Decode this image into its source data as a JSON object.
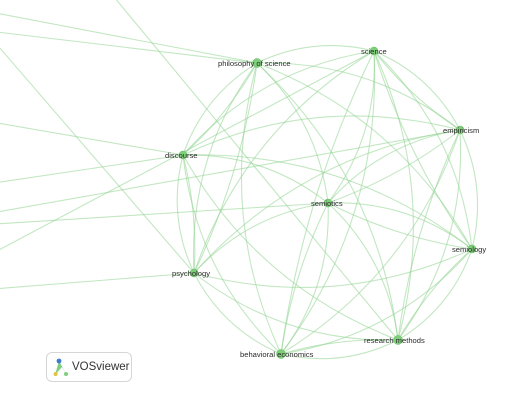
{
  "network": {
    "nodes": [
      {
        "id": "philosophy",
        "label": "philosophy of science"
      },
      {
        "id": "science",
        "label": "science"
      },
      {
        "id": "empiricism",
        "label": "empiricism"
      },
      {
        "id": "discourse",
        "label": "discourse"
      },
      {
        "id": "semiotics",
        "label": "semiotics"
      },
      {
        "id": "semiology",
        "label": "semiology"
      },
      {
        "id": "psychology",
        "label": "psychology"
      },
      {
        "id": "research",
        "label": "research methods"
      },
      {
        "id": "behavioral",
        "label": "behavioral economics"
      }
    ]
  },
  "brand": {
    "label": "VOSviewer",
    "colors": {
      "green": "#7fcf7a",
      "blue": "#3a7bd5",
      "yellow": "#e2c23c"
    }
  }
}
